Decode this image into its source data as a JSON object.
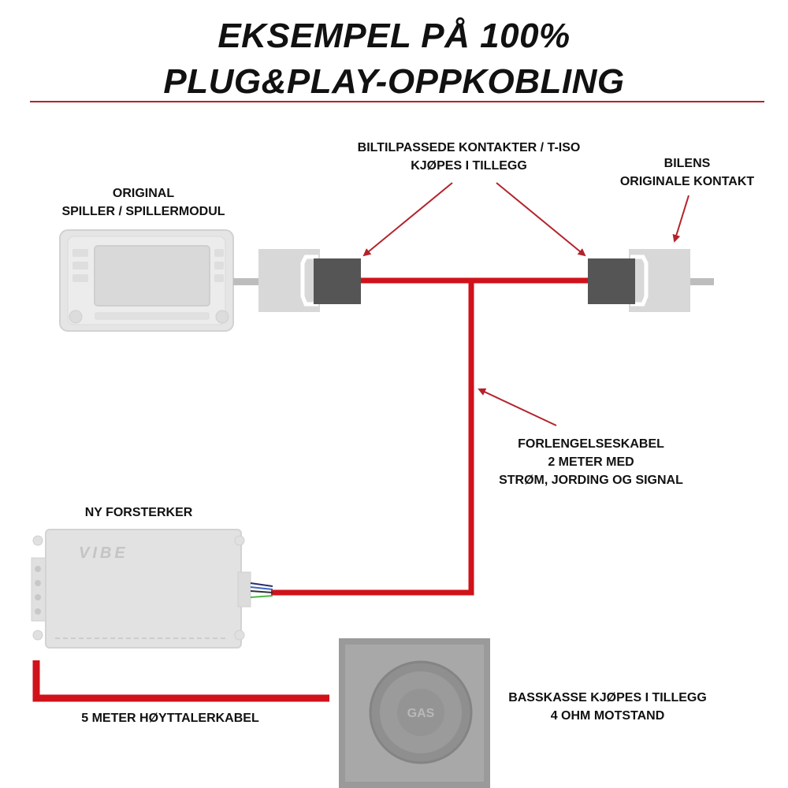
{
  "title": {
    "line1": "EKSEMPEL PÅ 100%",
    "line2": "PLUG&PLAY-OPPKOBLING"
  },
  "labels": {
    "connectors_line1": "BILTILPASSEDE KONTAKTER / T-ISO",
    "connectors_line2": "KJØPES I TILLEGG",
    "car_connector_line1": "BILENS",
    "car_connector_line2": "ORIGINALE KONTAKT",
    "player_line1": "ORIGINAL",
    "player_line2": "SPILLER / SPILLERMODUL",
    "extension_line1": "FORLENGELSESKABEL",
    "extension_line2": "2 METER MED",
    "extension_line3": "STRØM, JORDING OG SIGNAL",
    "amplifier": "NY FORSTERKER",
    "speaker_cable": "5 METER HØYTTALERKABEL",
    "subwoofer_line1": "BASSKASSE KJØPES I TILLEGG",
    "subwoofer_line2": "4 OHM MOTSTAND"
  },
  "device_text": {
    "amp_brand": "VIBE",
    "sub_brand": "GAS"
  },
  "colors": {
    "cable": "#d0121b",
    "arrow": "#b3232b",
    "rule": "#b3232b",
    "device_gray": "#d8d8d8",
    "connector_dark": "#555555"
  }
}
